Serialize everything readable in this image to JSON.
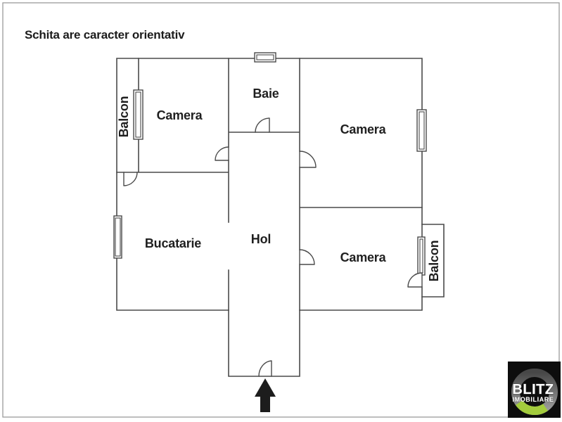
{
  "title": "Schita are caracter orientativ",
  "rooms": {
    "camera_top_left": "Camera",
    "baie": "Baie",
    "camera_top_right": "Camera",
    "bucatarie": "Bucatarie",
    "hol": "Hol",
    "camera_bottom_right": "Camera",
    "balcon_left": "Balcon",
    "balcon_right": "Balcon"
  },
  "logo": {
    "line1": "BLITZ",
    "line2": "IMOBILIARE"
  },
  "colors": {
    "background": "#ffffff",
    "wall": "#4a4a4a",
    "text": "#1f1f1f",
    "border": "#9b9b9b",
    "arrow": "#1d1d1d",
    "logo_background": "#0d0d0d",
    "logo_ring_dark": "#474747",
    "logo_ring_light": "#9e9e9e",
    "logo_accent_green": "#a3cc3d",
    "logo_text": "#ffffff"
  }
}
